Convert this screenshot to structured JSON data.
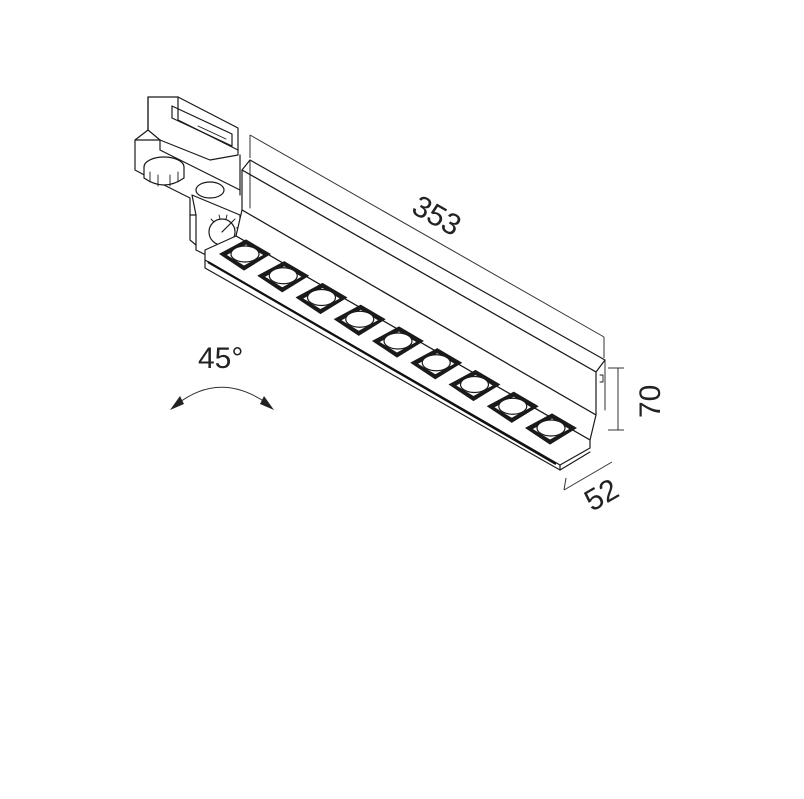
{
  "dimensions": {
    "length": "353",
    "height": "70",
    "depth": "52",
    "tilt": "45°"
  },
  "lens_count": 9,
  "colors": {
    "line": "#1a1a1a",
    "background": "#ffffff"
  }
}
